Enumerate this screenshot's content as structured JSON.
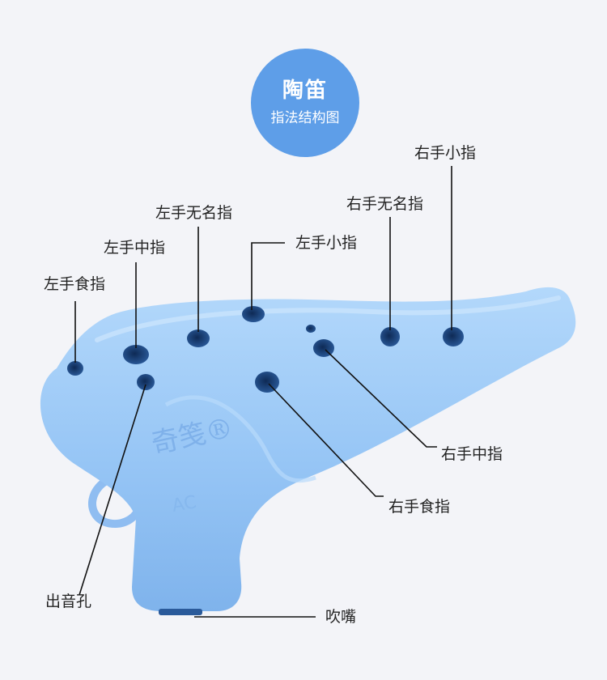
{
  "title": {
    "main": "陶笛",
    "sub": "指法结构图"
  },
  "product": {
    "logo_text": "奇笺®",
    "model": "AC"
  },
  "labels": {
    "left_index": "左手食指",
    "left_middle": "左手中指",
    "left_ring": "左手无名指",
    "left_little": "左手小指",
    "right_ring": "右手无名指",
    "right_little": "右手小指",
    "right_middle": "右手中指",
    "right_index": "右手食指",
    "sound_hole": "出音孔",
    "mouthpiece": "吹嘴"
  },
  "colors": {
    "background": "#f3f4f8",
    "badge": "#5e9ee8",
    "ocarina": "#9ac8f7",
    "hole": "#163a6e",
    "line": "#111111"
  }
}
